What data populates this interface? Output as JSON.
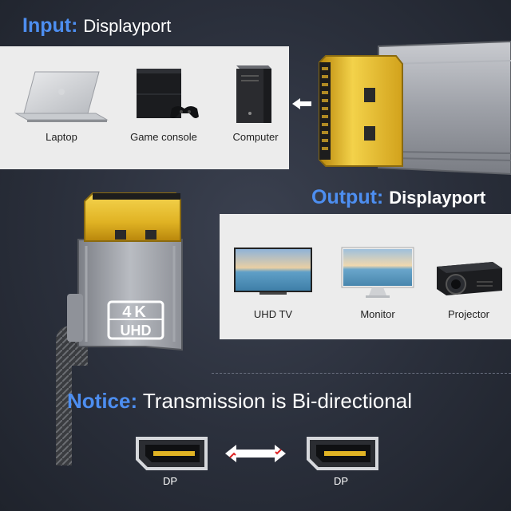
{
  "input": {
    "heading_accent": "Input:",
    "heading_rest": "Displayport"
  },
  "input_devices": [
    {
      "label": "Laptop",
      "icon": "laptop-icon"
    },
    {
      "label": "Game console",
      "icon": "game-console-icon"
    },
    {
      "label": "Computer",
      "icon": "computer-tower-icon"
    }
  ],
  "output": {
    "heading_accent": "Output:",
    "heading_rest": "Displayport"
  },
  "output_devices": [
    {
      "label": "UHD TV",
      "icon": "tv-icon"
    },
    {
      "label": "Monitor",
      "icon": "monitor-icon"
    },
    {
      "label": "Projector",
      "icon": "projector-icon"
    }
  ],
  "badge": {
    "line1": "4K",
    "line2": "UHD"
  },
  "notice": {
    "accent": "Notice:",
    "rest": "Transmission is Bi-directional"
  },
  "ports": [
    {
      "label": "DP"
    },
    {
      "label": "DP"
    }
  ],
  "colors": {
    "accent": "#4d8ef0",
    "gold": "#e0b324",
    "panel": "#ececec",
    "background": "#2a2f3b"
  }
}
